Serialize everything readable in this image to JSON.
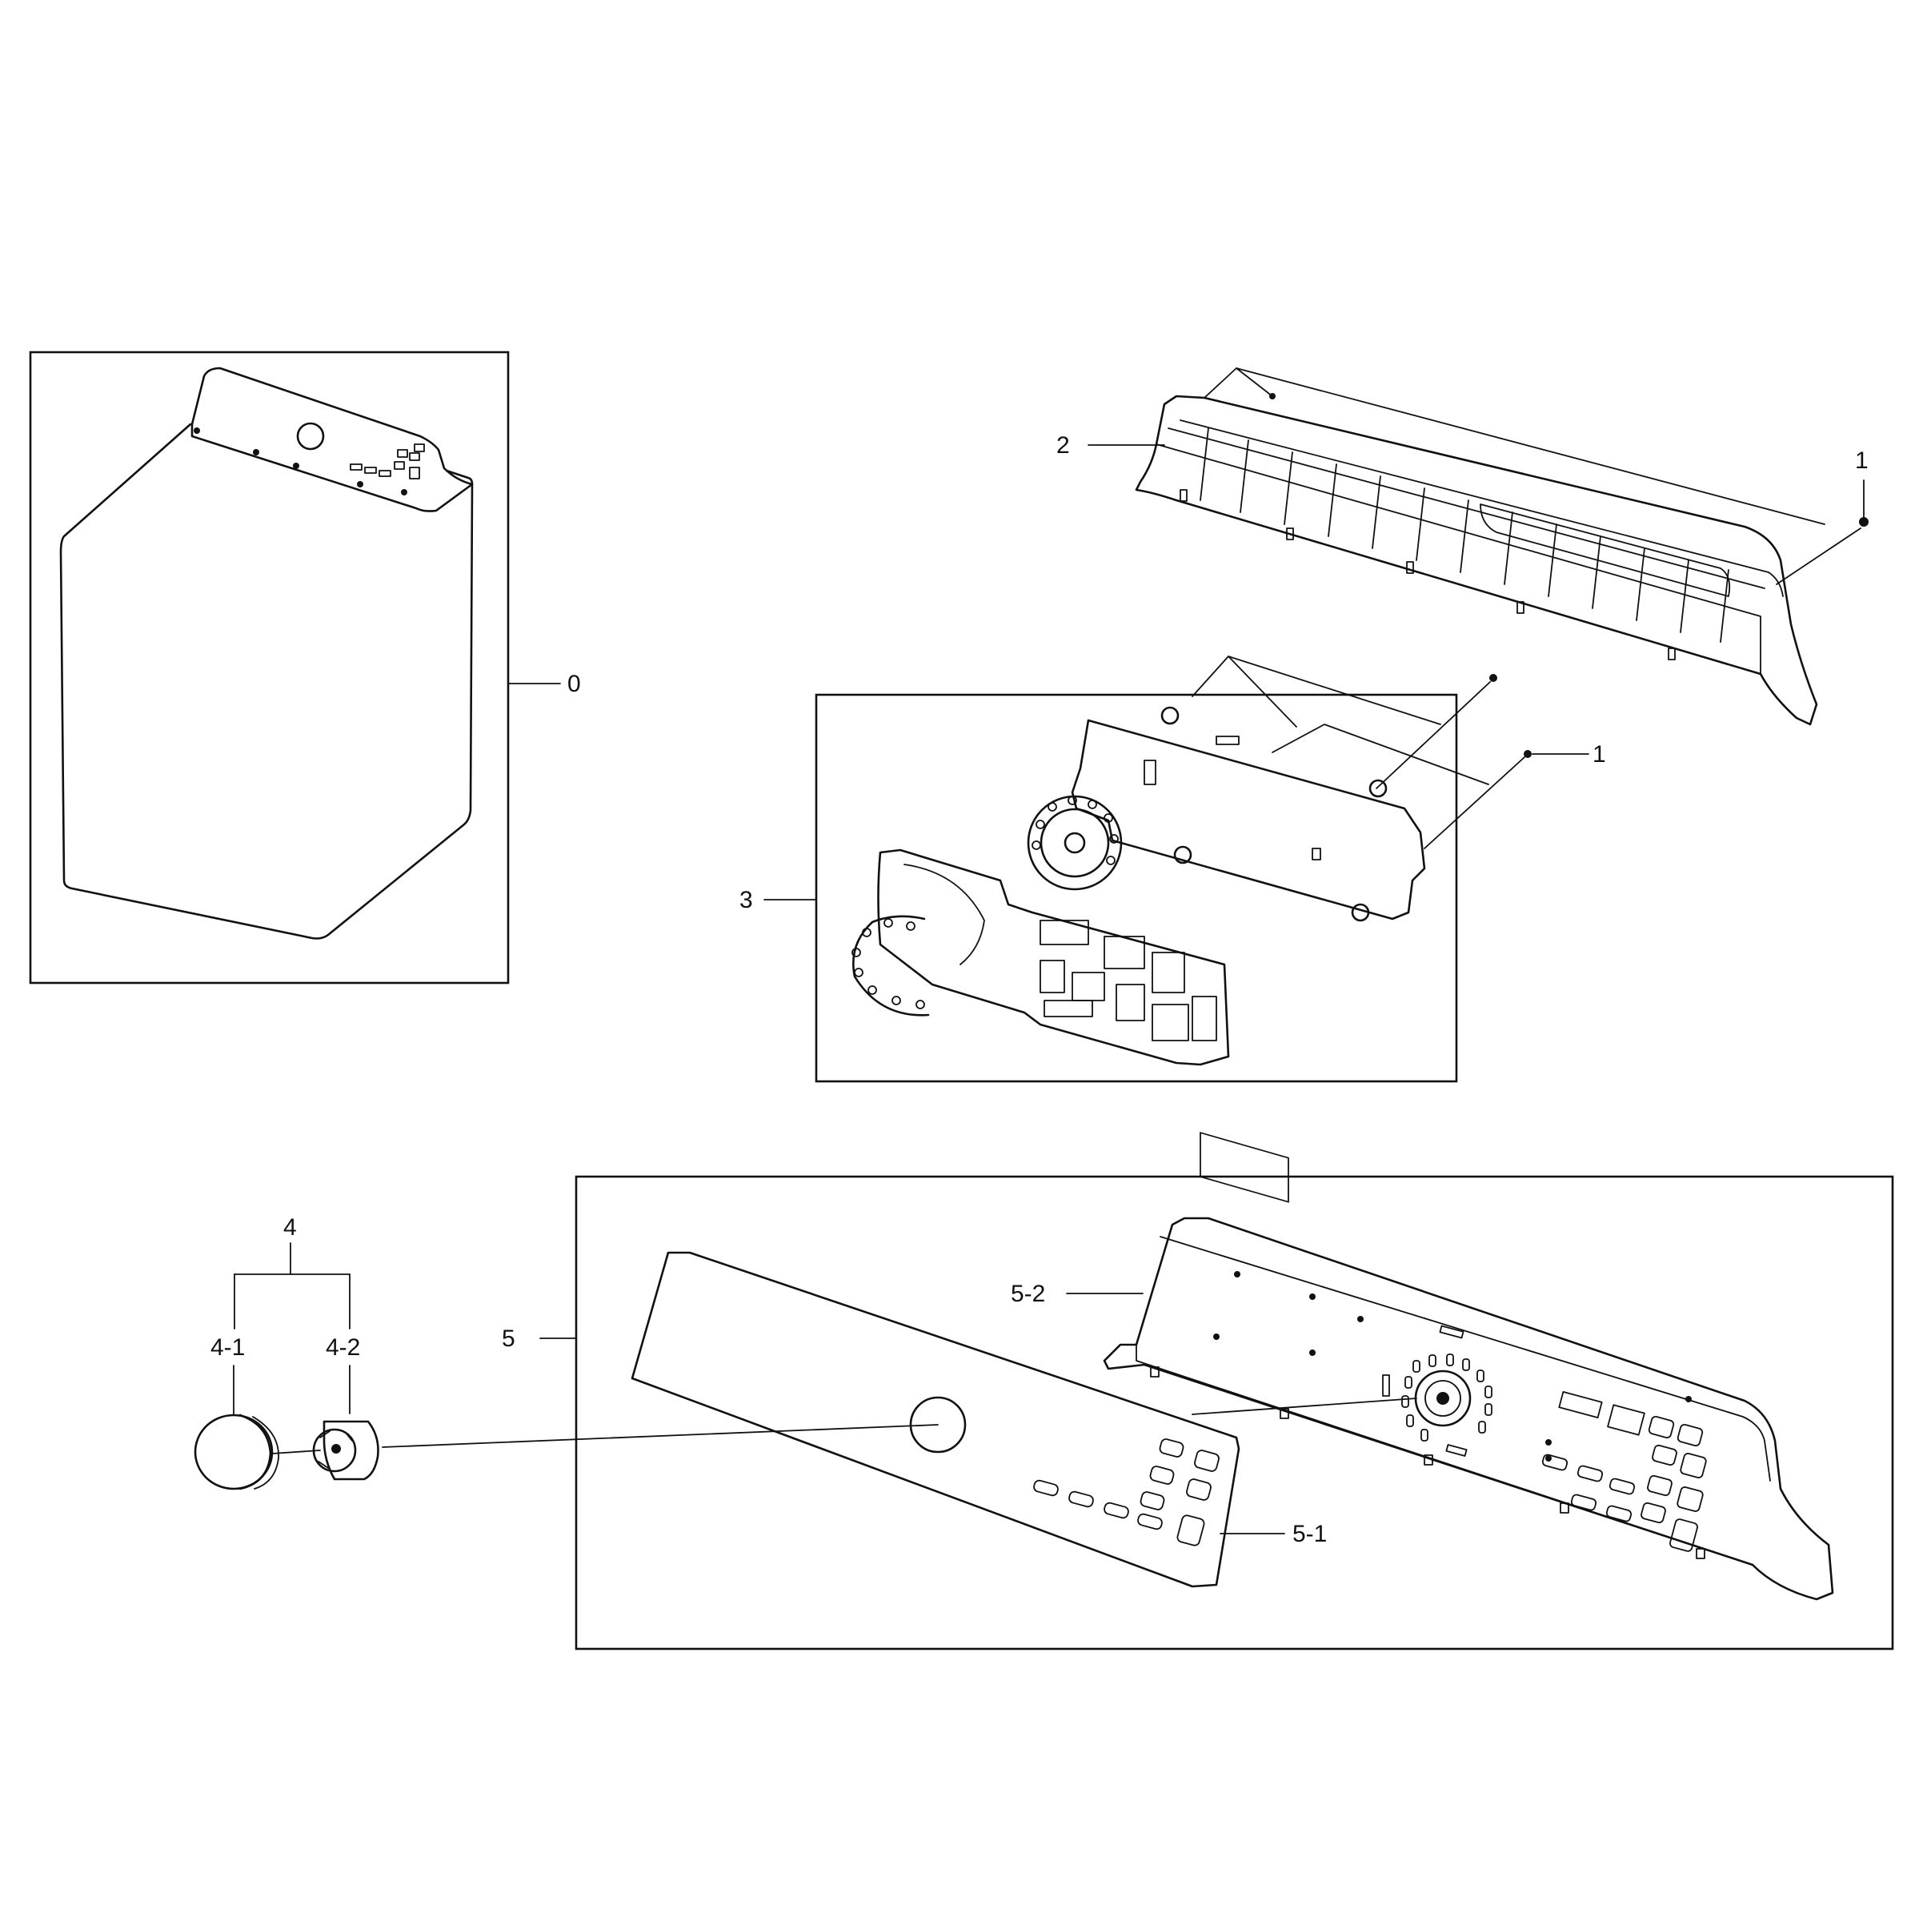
{
  "labels": {
    "part_0": "0",
    "part_1_top": "1",
    "part_2": "2",
    "part_1_mid": "1",
    "part_3": "3",
    "part_4": "4",
    "part_4_1": "4-1",
    "part_4_2": "4-2",
    "part_5": "5",
    "part_5_1": "5-1",
    "part_5_2": "5-2"
  }
}
